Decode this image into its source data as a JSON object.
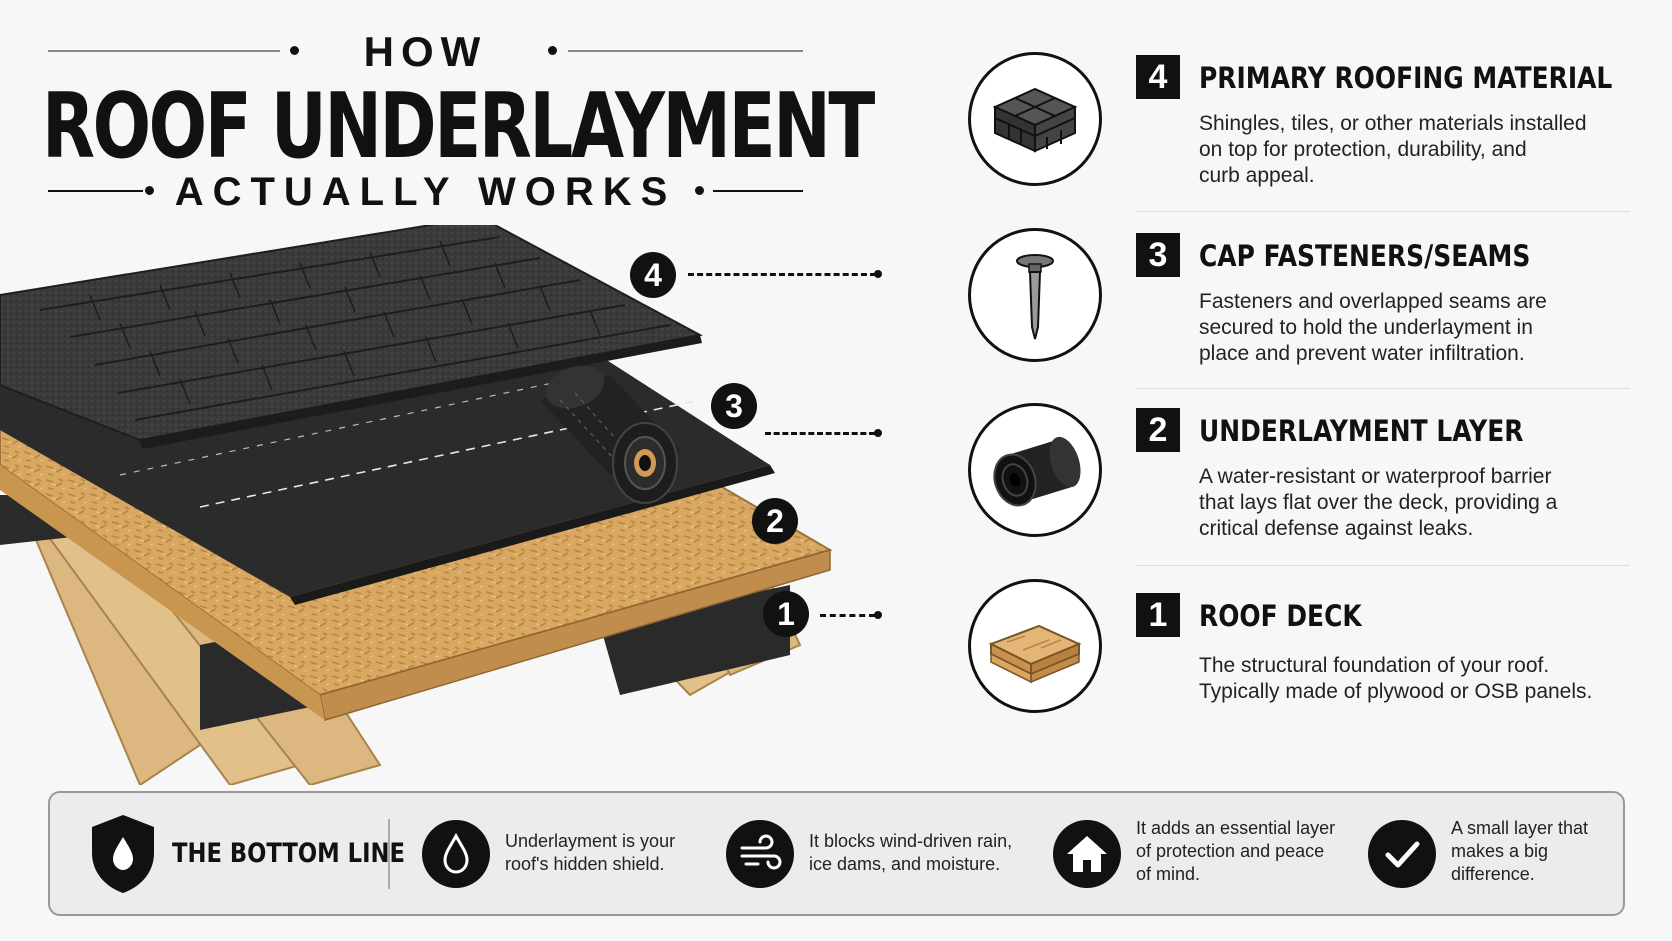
{
  "title": {
    "top": "HOW",
    "main": "ROOF UNDERLAYMENT",
    "sub": "ACTUALLY WORKS"
  },
  "diagram_badges": [
    "4",
    "3",
    "2",
    "1"
  ],
  "layers": [
    {
      "number": "4",
      "heading": "PRIMARY ROOFING MATERIAL",
      "lines": [
        "Shingles, tiles, or other materials installed",
        "on top for protection, durability, and",
        "curb appeal."
      ],
      "icon": "shingles-icon"
    },
    {
      "number": "3",
      "heading": "CAP FASTENERS/SEAMS",
      "lines": [
        "Fasteners and overlapped seams are",
        "secured to hold the underlayment in",
        "place and prevent water infiltration."
      ],
      "icon": "nail-icon"
    },
    {
      "number": "2",
      "heading": "UNDERLAYMENT LAYER",
      "lines": [
        "A water-resistant or waterproof barrier",
        "that lays flat over the deck, providing a",
        "critical defense against leaks."
      ],
      "icon": "roll-icon"
    },
    {
      "number": "1",
      "heading": "ROOF DECK",
      "lines": [
        "The structural foundation of your roof.",
        "Typically made of plywood or OSB panels."
      ],
      "icon": "plywood-icon"
    }
  ],
  "bottom_line": {
    "title": "THE BOTTOM LINE",
    "items": [
      {
        "icon": "water-drop-icon",
        "lines": [
          "Underlayment is your",
          "roof's hidden shield."
        ]
      },
      {
        "icon": "wind-icon",
        "lines": [
          "It blocks wind-driven rain,",
          "ice dams, and moisture."
        ]
      },
      {
        "icon": "house-icon",
        "lines": [
          "It adds an essential layer",
          "of protection and peace",
          "of mind."
        ]
      },
      {
        "icon": "checkmark-icon",
        "lines": [
          "A small layer that",
          "makes a big",
          "difference."
        ]
      }
    ]
  },
  "colors": {
    "background": "#f7f7f7",
    "ink": "#111111",
    "osb": "#d8a862",
    "lumber": "#e0bd86",
    "underlayment": "#2b2b2b",
    "shingle": "#3a3a3a"
  }
}
